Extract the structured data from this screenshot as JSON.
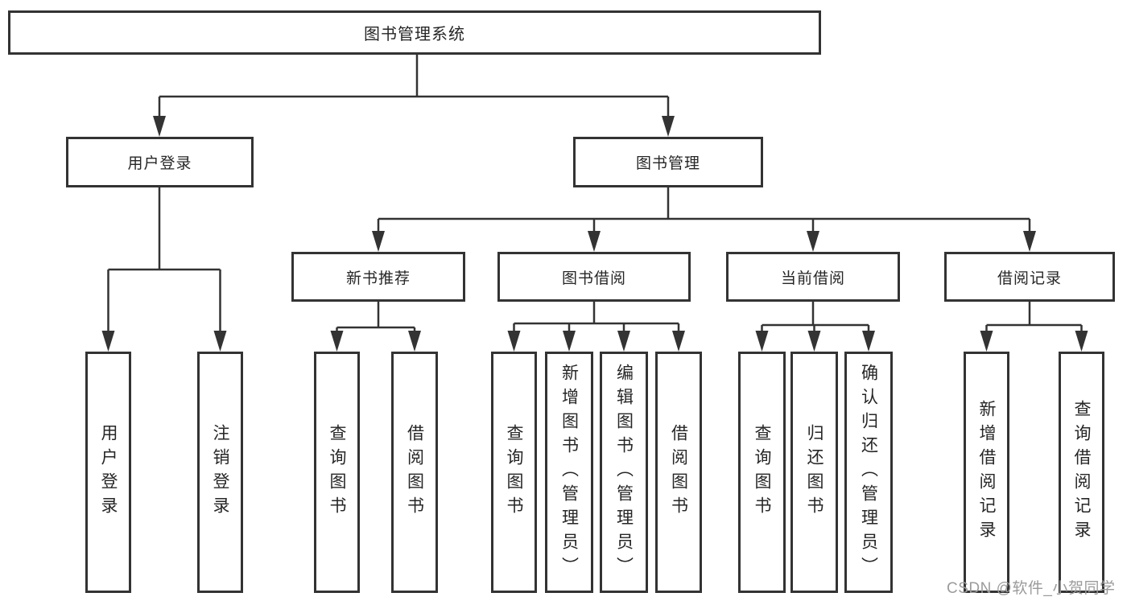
{
  "tree": {
    "label": "图书管理系统",
    "children": [
      {
        "label": "用户登录",
        "children": [
          {
            "label": "用户登录"
          },
          {
            "label": "注销登录"
          }
        ]
      },
      {
        "label": "图书管理",
        "children": [
          {
            "label": "新书推荐",
            "children": [
              {
                "label": "查询图书"
              },
              {
                "label": "借阅图书"
              }
            ]
          },
          {
            "label": "图书借阅",
            "children": [
              {
                "label": "查询图书"
              },
              {
                "label": "新增图书（管理员）"
              },
              {
                "label": "编辑图书（管理员）"
              },
              {
                "label": "借阅图书"
              }
            ]
          },
          {
            "label": "当前借阅",
            "children": [
              {
                "label": "查询图书"
              },
              {
                "label": "归还图书"
              },
              {
                "label": "确认归还（管理员）"
              }
            ]
          },
          {
            "label": "借阅记录",
            "children": [
              {
                "label": "新增借阅记录"
              },
              {
                "label": "查询借阅记录"
              }
            ]
          }
        ]
      }
    ]
  },
  "watermark": {
    "text": "CSDN @软件_小贺同学"
  },
  "colors": {
    "line": "#333333",
    "box_border": "#333333",
    "box_fill": "#ffffff",
    "text": "#262626",
    "watermark": "#9b9b9b",
    "background": "#ffffff"
  }
}
